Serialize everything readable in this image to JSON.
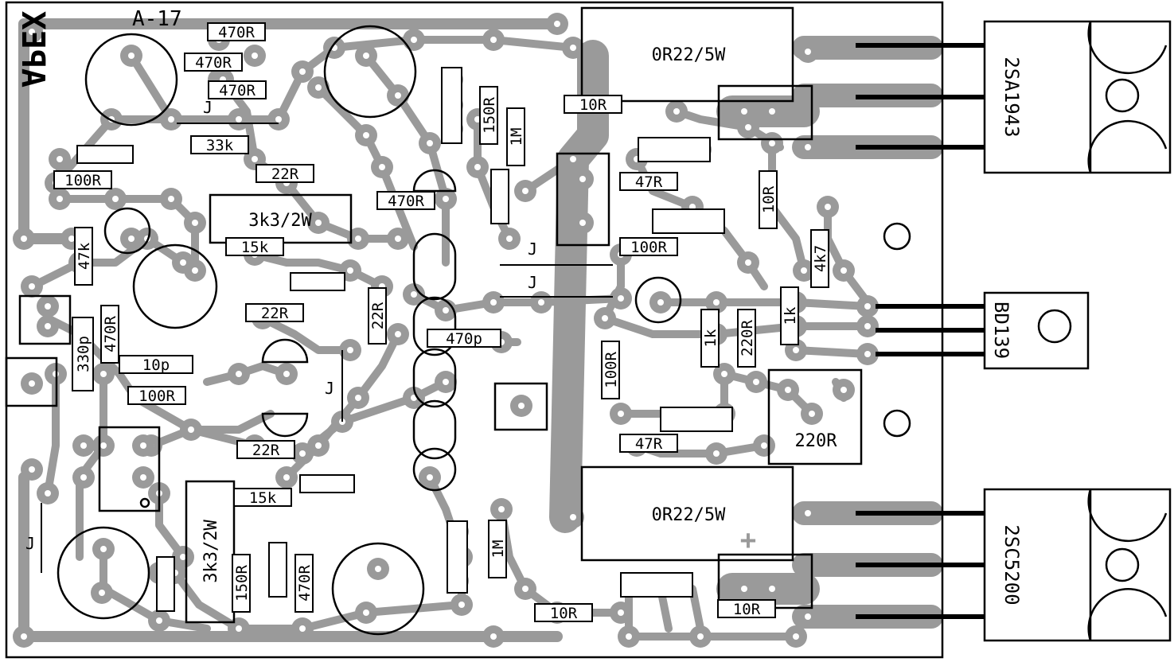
{
  "board": {
    "model": "A-17",
    "brand": "APEX",
    "jumper_label": "J"
  },
  "transistors": {
    "top": "2SA1943",
    "middle": "BD139",
    "bottom": "2SC5200"
  },
  "large_components": {
    "emitter_res_top": "0R22/5W",
    "emitter_res_bottom": "0R22/5W",
    "trimmer": "220R",
    "res_3k3_top": "3k3/2W",
    "res_3k3_bottom": "3k3/2W"
  },
  "polarity_mark": "+",
  "resistor_labels": {
    "r470a": "470R",
    "r470b": "470R",
    "r470c": "470R",
    "r33k": "33k",
    "r100a": "100R",
    "r22a": "22R",
    "r470d": "470R",
    "r15a": "15k",
    "r22b": "22R",
    "r22c": "22R",
    "r10p": "10p",
    "r100b": "100R",
    "r470p": "470p",
    "r22d": "22R",
    "r15b": "15k",
    "r150a": "150R",
    "r1ma": "1M",
    "r10a": "10R",
    "r47a": "47R",
    "r100c": "100R",
    "r10b": "10R",
    "r4k7": "4k7",
    "r1ka": "1k",
    "r220": "220R",
    "r1kb": "1k",
    "r100d": "100R",
    "r47b": "47R",
    "r47k": "47k",
    "r470e": "470R",
    "r330p": "330p",
    "r150b": "150R",
    "r470f": "470R",
    "r1mb": "1M",
    "r10c": "10R",
    "r10d": "10R"
  }
}
